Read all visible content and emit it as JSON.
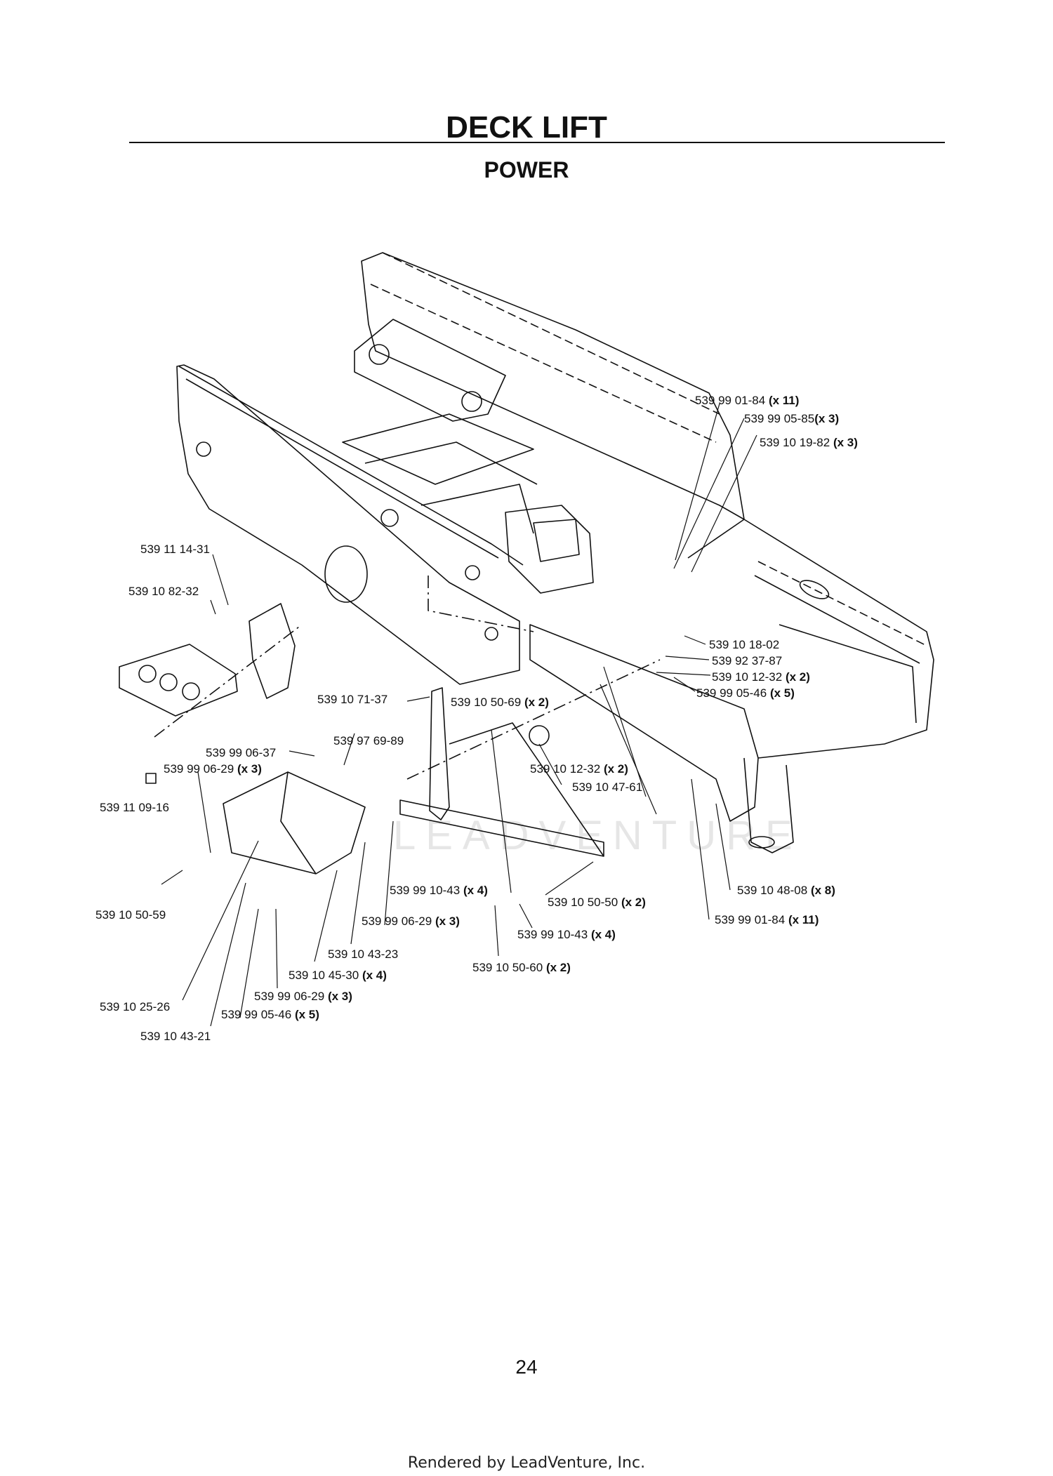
{
  "page": {
    "title": "DECK LIFT",
    "subtitle": "POWER",
    "page_number": "24",
    "footer": "Rendered by LeadVenture, Inc.",
    "watermark": "LEADVENTURE"
  },
  "callouts": [
    {
      "part": "539 99 01-84",
      "qty": "(x 11)"
    },
    {
      "part": "539 99 05-85",
      "qty": "(x 3)"
    },
    {
      "part": "539 10 19-82",
      "qty": "(x 3)"
    },
    {
      "part": "539 11 14-31",
      "qty": ""
    },
    {
      "part": "539 10 82-32",
      "qty": ""
    },
    {
      "part": "539 10 18-02",
      "qty": ""
    },
    {
      "part": "539 92 37-87",
      "qty": ""
    },
    {
      "part": "539 10 12-32",
      "qty": "(x 2)"
    },
    {
      "part": "539 99 05-46",
      "qty": "(x 5)"
    },
    {
      "part": "539 10 71-37",
      "qty": ""
    },
    {
      "part": "539 10 50-69",
      "qty": "(x 2)"
    },
    {
      "part": "539 97 69-89",
      "qty": ""
    },
    {
      "part": "539 99 06-37",
      "qty": ""
    },
    {
      "part": "539 99 06-29",
      "qty": "(x 3)"
    },
    {
      "part": "539 10 12-32",
      "qty": "(x 2)"
    },
    {
      "part": "539 10 47-61",
      "qty": ""
    },
    {
      "part": "539 11 09-16",
      "qty": ""
    },
    {
      "part": "539 10 50-59",
      "qty": ""
    },
    {
      "part": "539 99 10-43",
      "qty": "(x 4)"
    },
    {
      "part": "539 10 50-50",
      "qty": "(x 2)"
    },
    {
      "part": "539 10 48-08",
      "qty": "(x 8)"
    },
    {
      "part": "539 99 06-29",
      "qty": "(x 3)"
    },
    {
      "part": "539 99 10-43",
      "qty": "(x 4)"
    },
    {
      "part": "539 99 01-84",
      "qty": "(x 11)"
    },
    {
      "part": "539 10 43-23",
      "qty": ""
    },
    {
      "part": "539 10 45-30",
      "qty": "(x 4)"
    },
    {
      "part": "539 10 50-60",
      "qty": "(x 2)"
    },
    {
      "part": "539 99 06-29",
      "qty": "(x 3)"
    },
    {
      "part": "539 10 25-26",
      "qty": ""
    },
    {
      "part": "539 99 05-46",
      "qty": "(x 5)"
    },
    {
      "part": "539 10 43-21",
      "qty": ""
    }
  ]
}
